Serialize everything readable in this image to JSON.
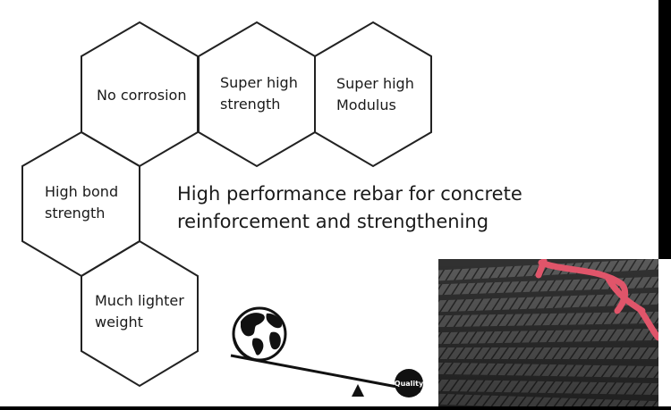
{
  "hexagons": [
    {
      "label": "No corrosion"
    },
    {
      "label": "Super high\nstrength"
    },
    {
      "label": "Super high\nModulus"
    },
    {
      "label": "High bond\nstrength"
    },
    {
      "label": "Much lighter\nweight"
    }
  ],
  "headline": "High performance rebar for concrete\nreinforcement and strengthening",
  "illustration": {
    "globe": "globe-icon",
    "weight_label": "Quality",
    "pivot": "fulcrum-triangle"
  },
  "photo": {
    "subject": "stacked ribbed rebar bundle with red tags",
    "accent_color": "#e0556a"
  },
  "colors": {
    "outline": "#222222",
    "text": "#1a1a1a",
    "background": "#ffffff"
  }
}
